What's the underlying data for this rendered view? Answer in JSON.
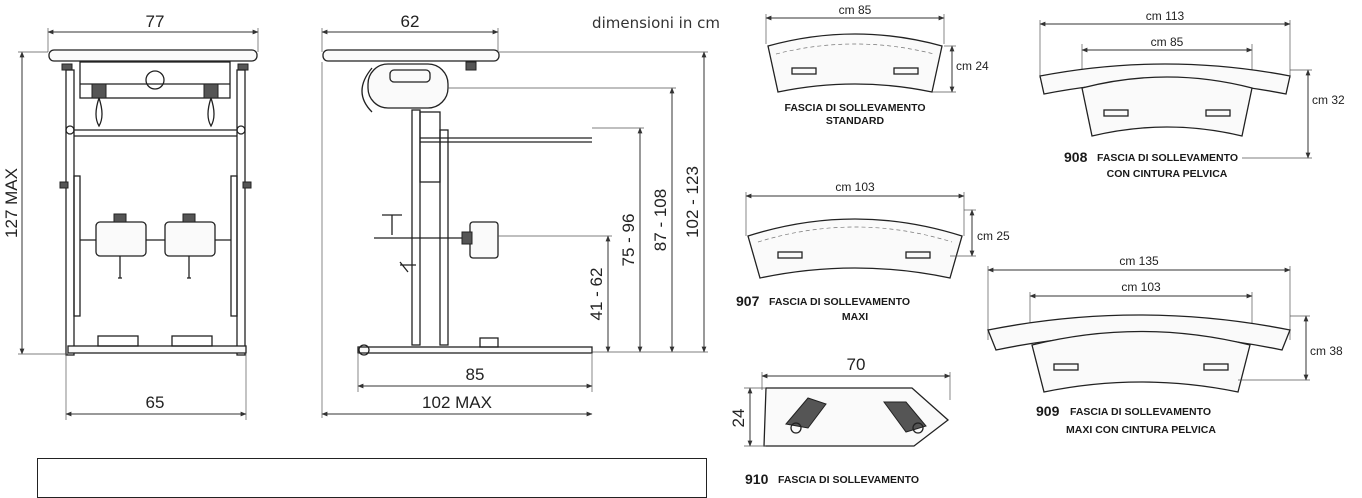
{
  "units_note": "dimensioni in cm",
  "front_view": {
    "width_top": "77",
    "width_base": "65",
    "height": "127 MAX"
  },
  "side_view": {
    "width_top": "62",
    "base_length": "85",
    "overall_length": "102 MAX",
    "heights": [
      "41 - 62",
      "75 - 96",
      "87 - 108",
      "102 - 123"
    ]
  },
  "slings": [
    {
      "number": "",
      "line1": "FASCIA DI SOLLEVAMENTO",
      "line2": "STANDARD",
      "width": "cm 85",
      "height": "cm 24"
    },
    {
      "number": "908",
      "line1": "FASCIA DI SOLLEVAMENTO",
      "line2": "CON CINTURA PELVICA",
      "outer_width": "cm 113",
      "inner_width": "cm 85",
      "height": "cm 32"
    },
    {
      "number": "907",
      "line1": "FASCIA DI SOLLEVAMENTO",
      "line2": "MAXI",
      "width": "cm 103",
      "height": "cm 25"
    },
    {
      "number": "909",
      "line1": "FASCIA DI SOLLEVAMENTO",
      "line2": "MAXI CON CINTURA PELVICA",
      "outer_width": "cm 135",
      "inner_width": "cm 103",
      "height": "cm 38"
    },
    {
      "number": "910",
      "line1": "FASCIA DI SOLLEVAMENTO",
      "width": "70",
      "height": "24"
    }
  ]
}
